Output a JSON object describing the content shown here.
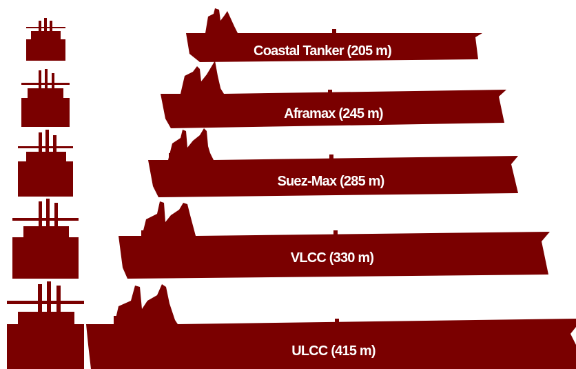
{
  "colors": {
    "ship_fill": "#7a0000",
    "label_text": "#ffffff",
    "background": "#ffffff"
  },
  "ships": [
    {
      "name": "Coastal Tanker",
      "length_m": 205,
      "label": "Coastal Tanker (205 m)"
    },
    {
      "name": "Aframax",
      "length_m": 245,
      "label": "Aframax (245 m)"
    },
    {
      "name": "Suez-Max",
      "length_m": 285,
      "label": "Suez-Max (285 m)"
    },
    {
      "name": "VLCC",
      "length_m": 330,
      "label": "VLCC (330 m)"
    },
    {
      "name": "ULCC",
      "length_m": 415,
      "label": "ULCC (415 m)"
    }
  ]
}
